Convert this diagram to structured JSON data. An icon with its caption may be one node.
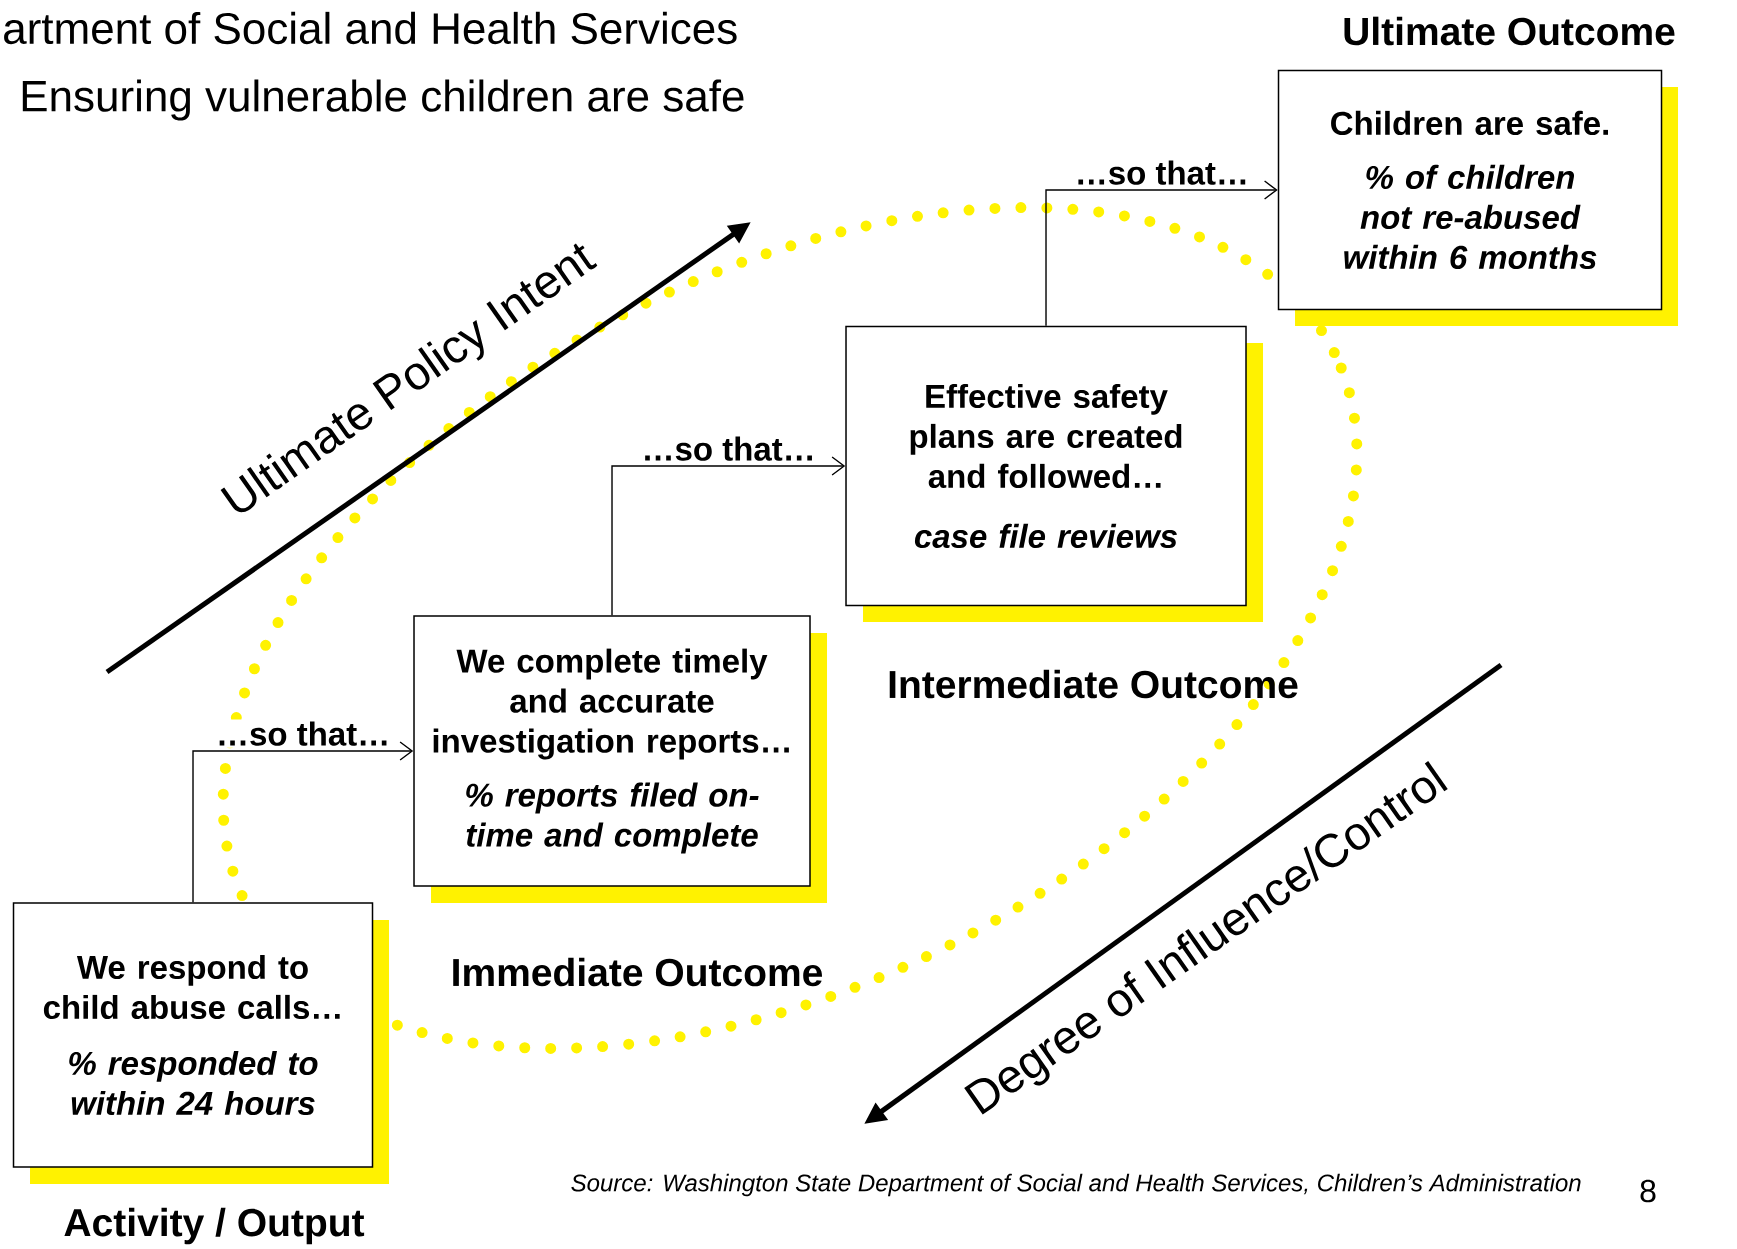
{
  "diagram": {
    "nodes": [
      {
        "text": [
          "We respond to child abuse calls…",
          "% responded to within 24 hours"
        ],
        "beside": [
          "Activity / Output"
        ]
      },
      {
        "text": [
          "We complete timely and accurate investigation reports…",
          "% reports filed on-time and complete"
        ],
        "beside": [
          "Immediate Outcome"
        ]
      },
      {
        "text": [
          "Effective safety plans are created and followed…",
          "case file reviews"
        ],
        "beside": [
          "Intermediate Outcome"
        ]
      },
      {
        "text": [
          "Children are safe.",
          "% of children not re-abused within 6 months"
        ],
        "beside": [
          "Ultimate Outcome"
        ]
      }
    ],
    "edges": [
      {
        "from": 0,
        "to": 1,
        "arrow": "to",
        "label": "…so that…"
      },
      {
        "from": 1,
        "to": 2,
        "arrow": "to",
        "label": "…so that…"
      },
      {
        "from": 2,
        "to": 3,
        "arrow": "to",
        "label": "…so that…"
      }
    ],
    "labels": [
      "artment of Social and Health Services",
      "Ensuring vulnerable children are safe",
      "Ultimate Policy Intent",
      "Degree of Influence/Control",
      "Source: Washington State Department of Social and Health Services, Children’s Administration",
      "8"
    ]
  }
}
